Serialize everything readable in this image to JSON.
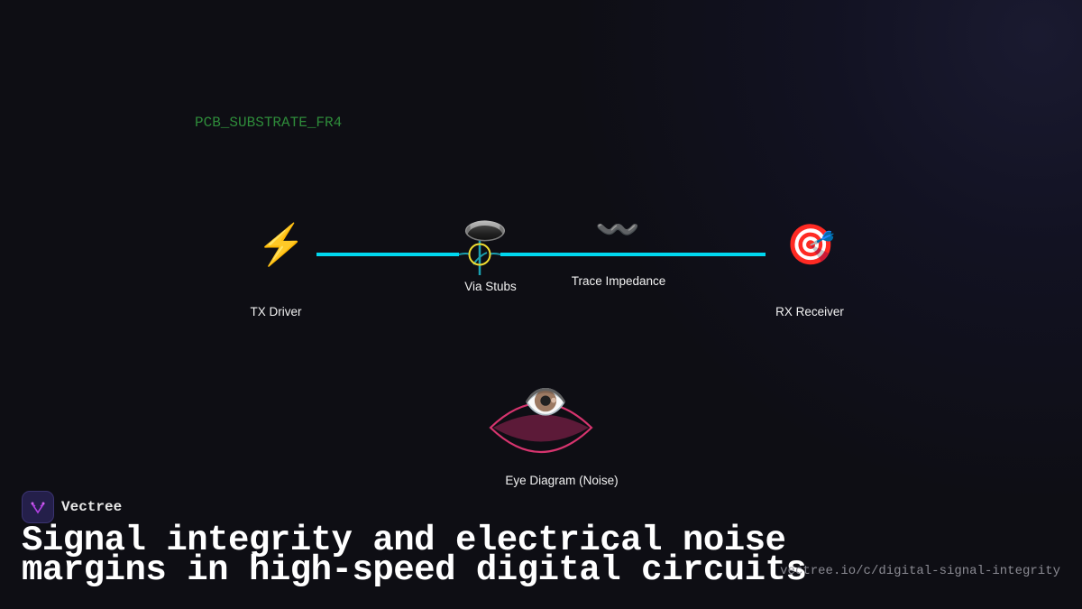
{
  "diagram": {
    "substrate_label": "PCB_SUBSTRATE_FR4",
    "nodes": [
      {
        "label": "TX Driver",
        "icon": "lightning-icon",
        "glyph": "⚡"
      },
      {
        "label": "Via Stubs",
        "icon": "hole-icon",
        "glyph": "🕳️"
      },
      {
        "label": "Trace Impedance",
        "icon": "wavy-dash-icon",
        "glyph": "〰️"
      },
      {
        "label": "RX Receiver",
        "icon": "target-icon",
        "glyph": "🎯"
      },
      {
        "label": "Eye Diagram (Noise)",
        "icon": "eye-icon",
        "glyph": "👁️"
      }
    ],
    "colors": {
      "trace": "#00d8f0",
      "via_ring": "#f0dc30",
      "eye_outline": "#d6346e",
      "eye_fill": "#5c1a38",
      "substrate": "#2e8b3a"
    }
  },
  "footer": {
    "brand": "Vectree",
    "title_line1": "Signal integrity and electrical noise",
    "title_line2": "margins in high-speed digital circuits",
    "url": "vectree.io/c/digital-signal-integrity"
  }
}
